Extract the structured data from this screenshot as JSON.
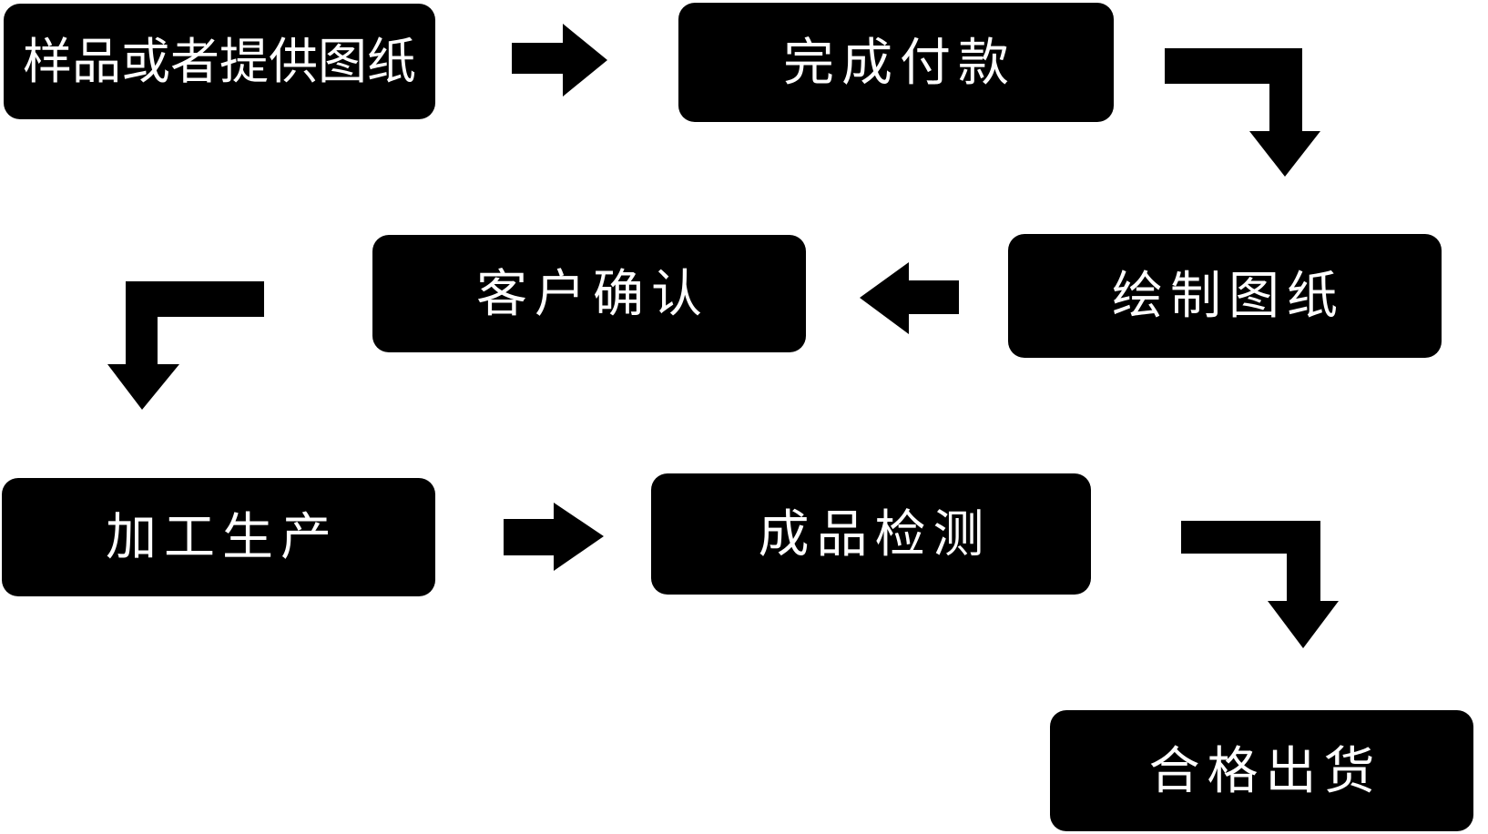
{
  "flowchart": {
    "colors": {
      "page_background": "#ffffff",
      "node_background": "#000000",
      "node_text": "#ffffff",
      "arrow": "#000000"
    },
    "nodes": [
      {
        "id": "sample",
        "label": "样品或者提供图纸"
      },
      {
        "id": "payment",
        "label": "完成付款"
      },
      {
        "id": "drawing",
        "label": "绘制图纸"
      },
      {
        "id": "confirm",
        "label": "客户确认"
      },
      {
        "id": "production",
        "label": "加工生产"
      },
      {
        "id": "inspection",
        "label": "成品检测"
      },
      {
        "id": "shipment",
        "label": "合格出货"
      }
    ],
    "arrows": [
      {
        "from": "sample",
        "to": "payment",
        "shape": "block-arrow-right"
      },
      {
        "from": "payment",
        "to": "drawing",
        "shape": "block-arrow-elbow-right-down"
      },
      {
        "from": "drawing",
        "to": "confirm",
        "shape": "block-arrow-left"
      },
      {
        "from": "confirm",
        "to": "production",
        "shape": "block-arrow-elbow-left-down"
      },
      {
        "from": "production",
        "to": "inspection",
        "shape": "block-arrow-right"
      },
      {
        "from": "inspection",
        "to": "shipment",
        "shape": "block-arrow-elbow-right-down"
      }
    ]
  }
}
